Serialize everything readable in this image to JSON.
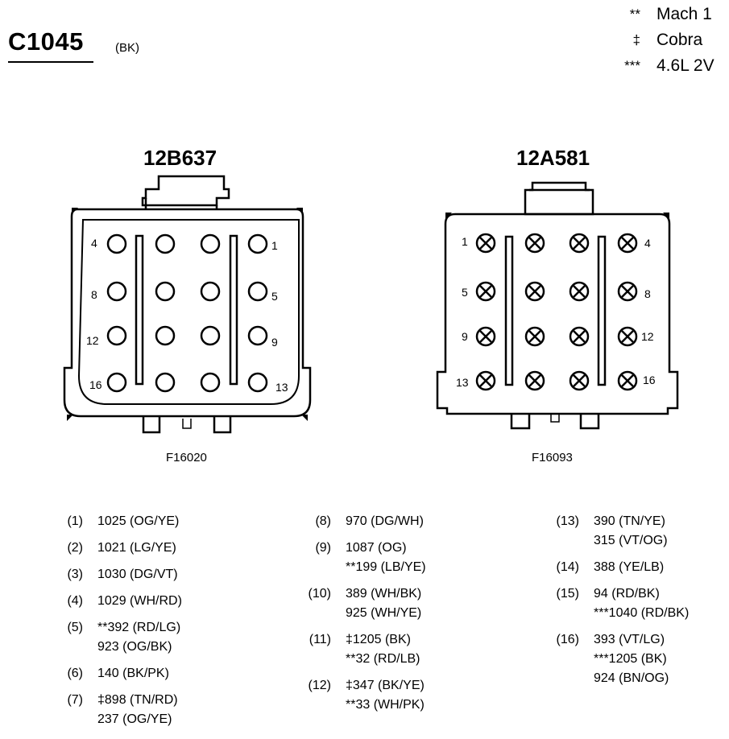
{
  "header": {
    "connector_id": "C1045",
    "connector_color": "(BK)"
  },
  "legend": [
    {
      "symbol": "**",
      "label": "Mach 1"
    },
    {
      "symbol": "‡",
      "label": "Cobra"
    },
    {
      "symbol": "***",
      "label": "4.6L 2V"
    }
  ],
  "connectors": [
    {
      "part_number": "12B637",
      "figure": "F16020",
      "pins": {
        "top_left": "4",
        "top_right": "1",
        "r2_left": "8",
        "r2_right": "5",
        "r3_left": "12",
        "r3_right": "9",
        "r4_left": "16",
        "r4_right": "13"
      }
    },
    {
      "part_number": "12A581",
      "figure": "F16093",
      "pins": {
        "top_left": "1",
        "top_right": "4",
        "r2_left": "5",
        "r2_right": "8",
        "r3_left": "9",
        "r3_right": "12",
        "r4_left": "13",
        "r4_right": "16"
      }
    }
  ],
  "circuits": {
    "col1": [
      {
        "pin": "(1)",
        "lines": [
          "1025 (OG/YE)"
        ]
      },
      {
        "pin": "(2)",
        "lines": [
          "1021 (LG/YE)"
        ]
      },
      {
        "pin": "(3)",
        "lines": [
          "1030 (DG/VT)"
        ]
      },
      {
        "pin": "(4)",
        "lines": [
          "1029 (WH/RD)"
        ]
      },
      {
        "pin": "(5)",
        "lines": [
          "**392 (RD/LG)",
          "923 (OG/BK)"
        ]
      },
      {
        "pin": "(6)",
        "lines": [
          "140 (BK/PK)"
        ]
      },
      {
        "pin": "(7)",
        "lines": [
          "‡898 (TN/RD)",
          "237 (OG/YE)"
        ]
      }
    ],
    "col2": [
      {
        "pin": "(8)",
        "lines": [
          "970 (DG/WH)"
        ]
      },
      {
        "pin": "(9)",
        "lines": [
          "1087 (OG)",
          "**199 (LB/YE)"
        ]
      },
      {
        "pin": "(10)",
        "lines": [
          "389 (WH/BK)",
          "925 (WH/YE)"
        ]
      },
      {
        "pin": "(11)",
        "lines": [
          "‡1205 (BK)",
          "**32 (RD/LB)"
        ]
      },
      {
        "pin": "(12)",
        "lines": [
          "‡347 (BK/YE)",
          "**33 (WH/PK)"
        ]
      }
    ],
    "col3": [
      {
        "pin": "(13)",
        "lines": [
          "390 (TN/YE)",
          "315 (VT/OG)"
        ]
      },
      {
        "pin": "(14)",
        "lines": [
          "388 (YE/LB)"
        ]
      },
      {
        "pin": "(15)",
        "lines": [
          "94 (RD/BK)",
          "***1040 (RD/BK)"
        ]
      },
      {
        "pin": "(16)",
        "lines": [
          "393 (VT/LG)",
          "***1205 (BK)",
          "924 (BN/OG)"
        ]
      }
    ]
  }
}
